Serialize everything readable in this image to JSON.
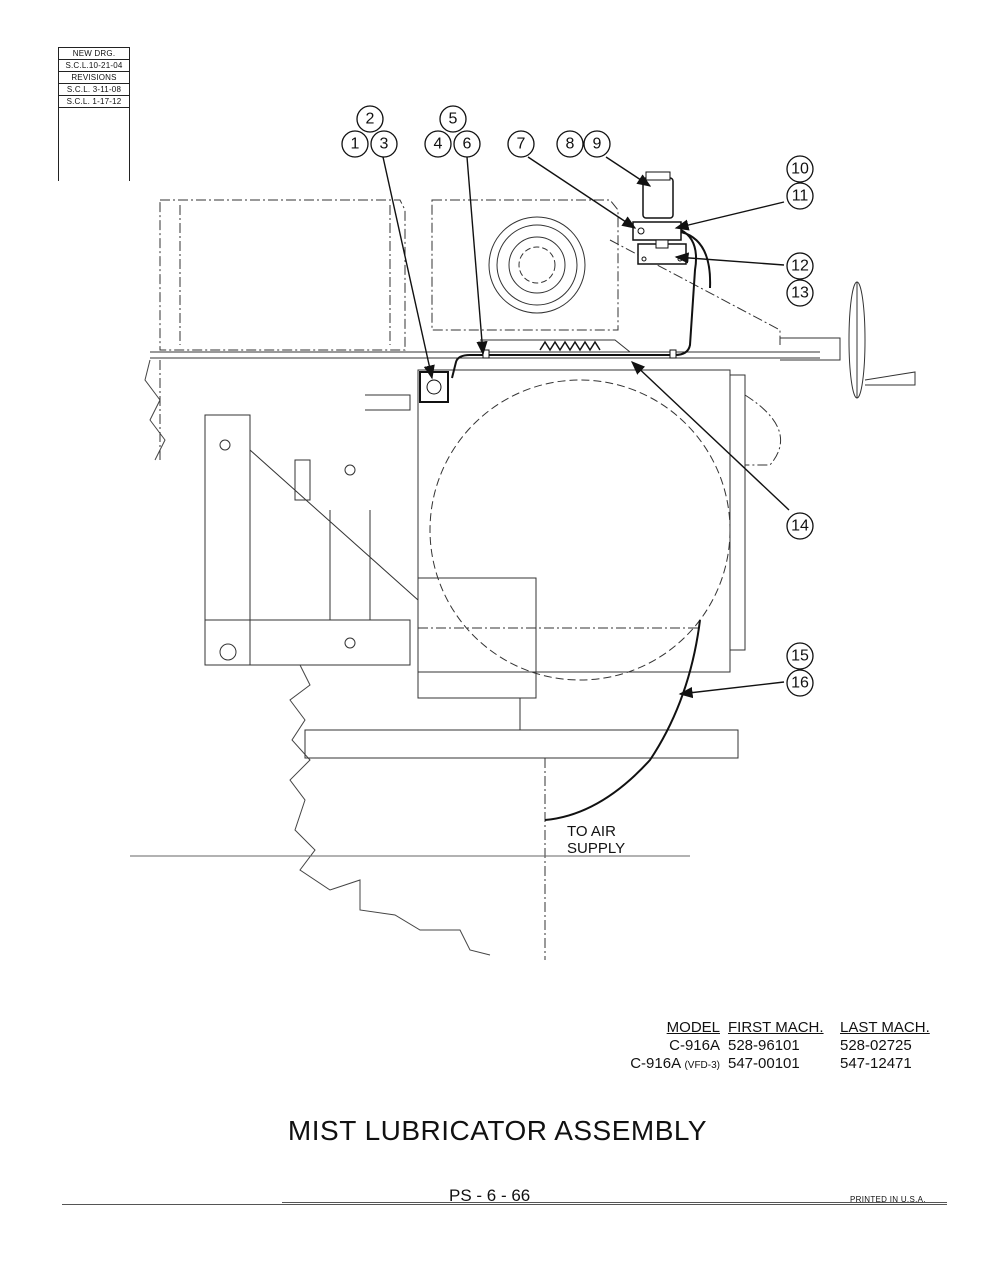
{
  "revision_block": {
    "new_drawing_label": "NEW DRG.",
    "new_drawing_date": "S.C.L.10-21-04",
    "revisions_label": "REVISIONS",
    "revision_1": "S.C.L. 3-11-08",
    "revision_2": "S.C.L. 1-17-12"
  },
  "callouts": [
    "1",
    "2",
    "3",
    "4",
    "5",
    "6",
    "7",
    "8",
    "9",
    "10",
    "11",
    "12",
    "13",
    "14",
    "15",
    "16"
  ],
  "air_supply_label": [
    "TO AIR",
    "SUPPLY"
  ],
  "models_table": {
    "headers": [
      "MODEL",
      "FIRST MACH.",
      "LAST MACH."
    ],
    "rows": [
      {
        "model": "C-916A",
        "model_suffix": "",
        "first": "528-96101",
        "last": "528-02725"
      },
      {
        "model": "C-916A",
        "model_suffix": "(VFD-3)",
        "first": "547-00101",
        "last": "547-12471"
      }
    ]
  },
  "title": "MIST LUBRICATOR ASSEMBLY",
  "page_number": "PS - 6 - 66",
  "printed_note": "PRINTED IN U.S.A."
}
